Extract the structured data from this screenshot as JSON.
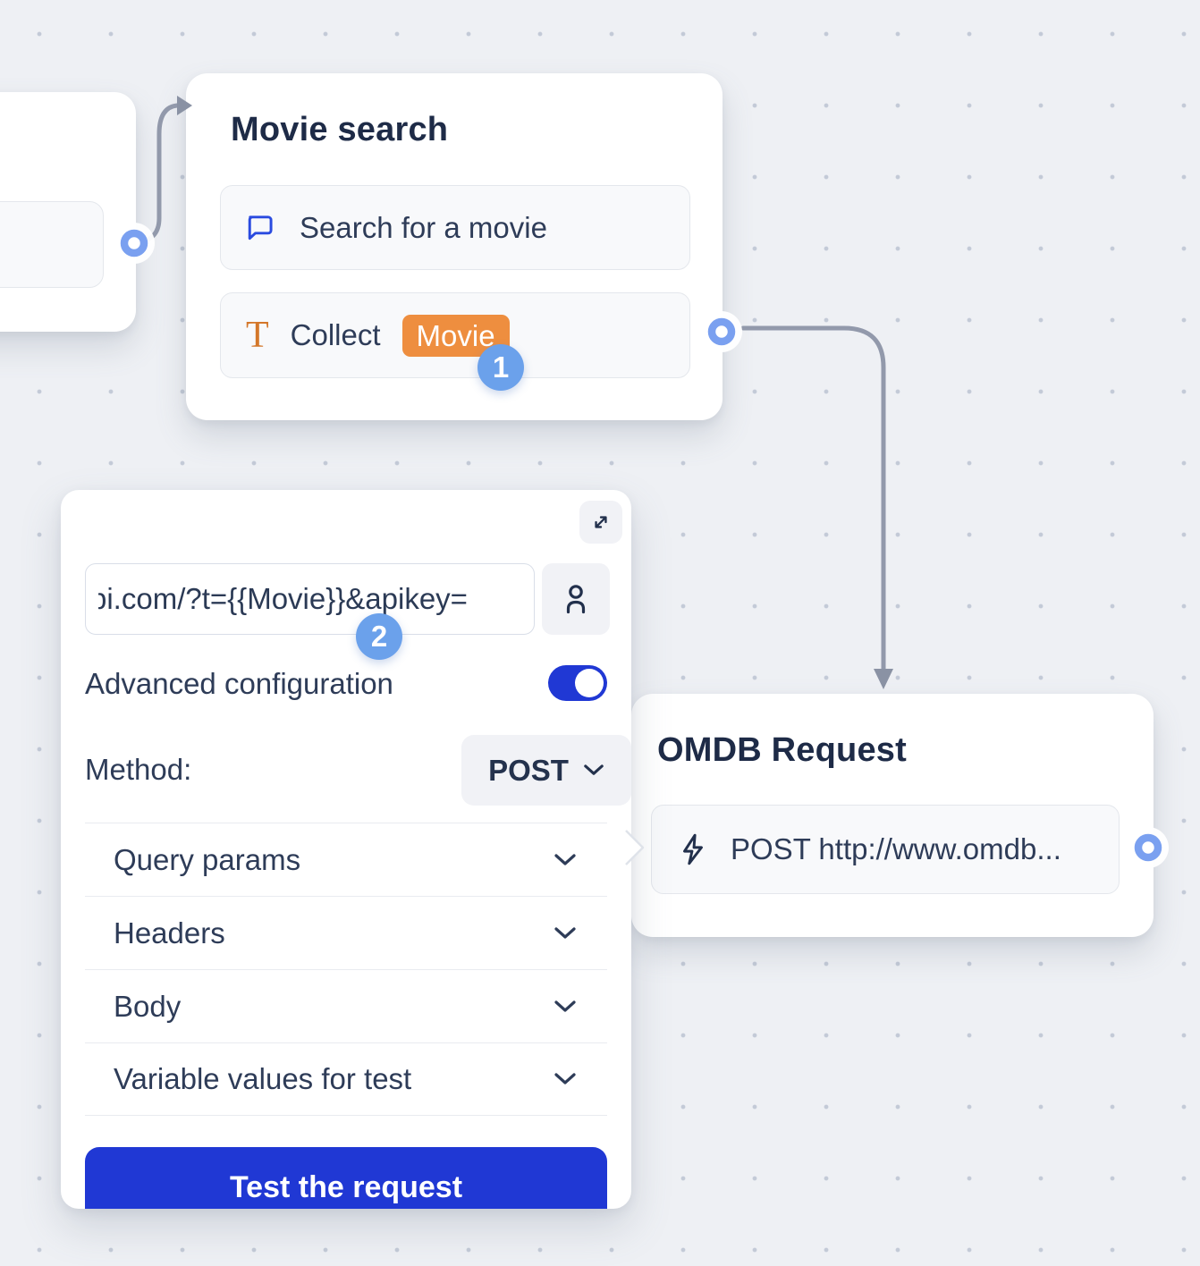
{
  "colors": {
    "accent_blue": "#2038d4",
    "badge_blue": "#6ba1eb",
    "connector_blue": "#7aa0f0",
    "variable_orange": "#ee8e3f",
    "title_text": "#1e2b47",
    "body_text": "#2e3c58",
    "connector_line": "#9299ab"
  },
  "movie_node": {
    "title": "Movie search",
    "message_row": {
      "icon": "chat-bubble-icon",
      "label": "Search for a movie"
    },
    "collect_row": {
      "icon": "text-T-icon",
      "icon_glyph": "T",
      "label": "Collect",
      "variable_badge": "Movie"
    },
    "step_badge": "1"
  },
  "request_panel": {
    "step_badge": "2",
    "url_input": {
      "value": "pi.com/?t={{Movie}}&apikey="
    },
    "icons": {
      "expand": "expand-diagonal-icon",
      "person": "person-icon"
    },
    "advanced_toggle": {
      "label": "Advanced configuration",
      "state": "on"
    },
    "method": {
      "label": "Method:",
      "value": "POST"
    },
    "sections": [
      {
        "label": "Query params"
      },
      {
        "label": "Headers"
      },
      {
        "label": "Body"
      },
      {
        "label": "Variable values for test"
      }
    ],
    "test_button_label": "Test the request"
  },
  "omdb_node": {
    "title": "OMDB Request",
    "request_row": {
      "icon": "lightning-icon",
      "label": "POST http://www.omdb..."
    }
  }
}
